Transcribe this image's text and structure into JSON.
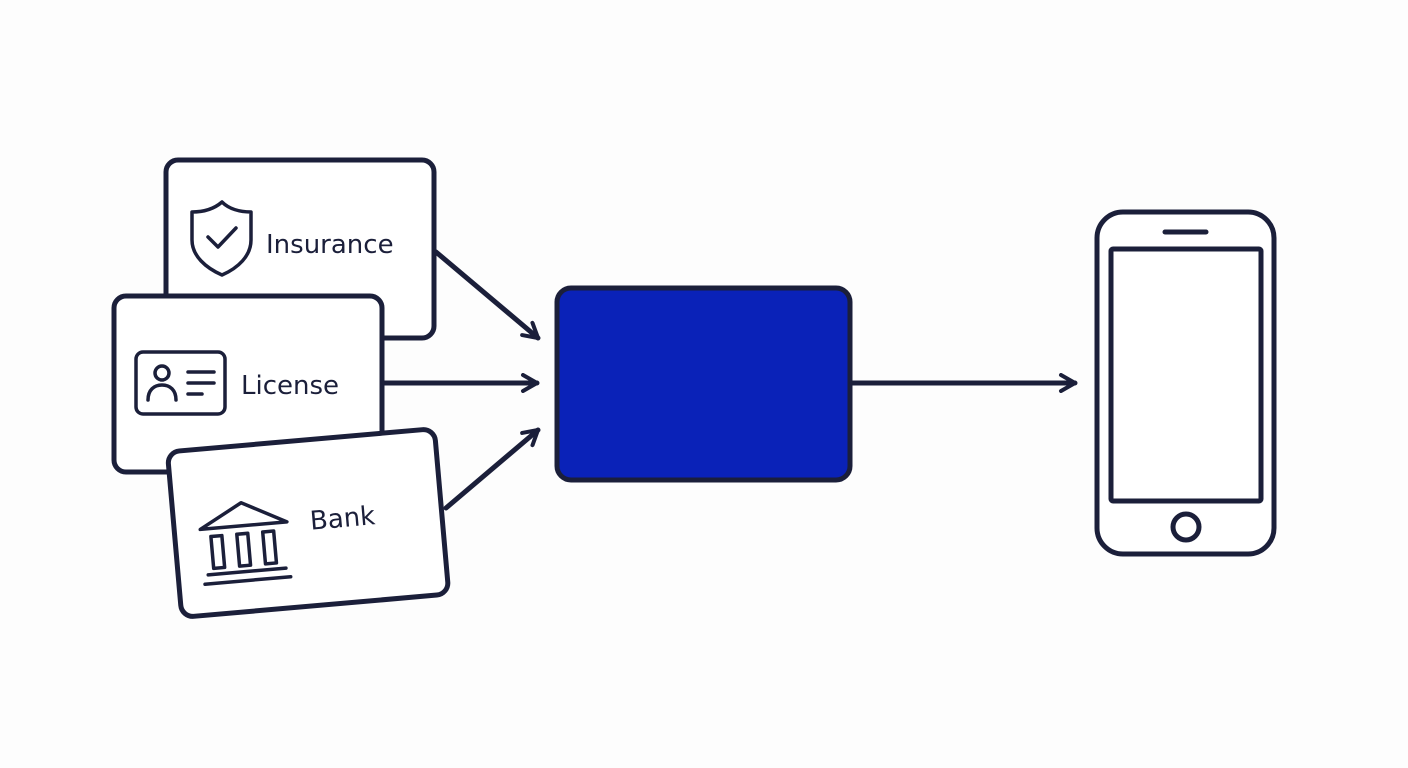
{
  "colors": {
    "stroke": "#1b1f3a",
    "hub_fill": "#0a22b8",
    "card_fill": "#ffffff",
    "background": "#fdfdfd"
  },
  "sources": [
    {
      "id": "insurance",
      "label": "Insurance",
      "icon": "shield-check-icon"
    },
    {
      "id": "license",
      "label": "License",
      "icon": "id-card-icon"
    },
    {
      "id": "bank",
      "label": "Bank",
      "icon": "bank-building-icon"
    }
  ],
  "hub": {
    "label": ""
  },
  "destination": {
    "icon": "smartphone-icon"
  },
  "connections": [
    {
      "from": "insurance",
      "to": "hub"
    },
    {
      "from": "license",
      "to": "hub"
    },
    {
      "from": "bank",
      "to": "hub"
    },
    {
      "from": "hub",
      "to": "destination"
    }
  ]
}
